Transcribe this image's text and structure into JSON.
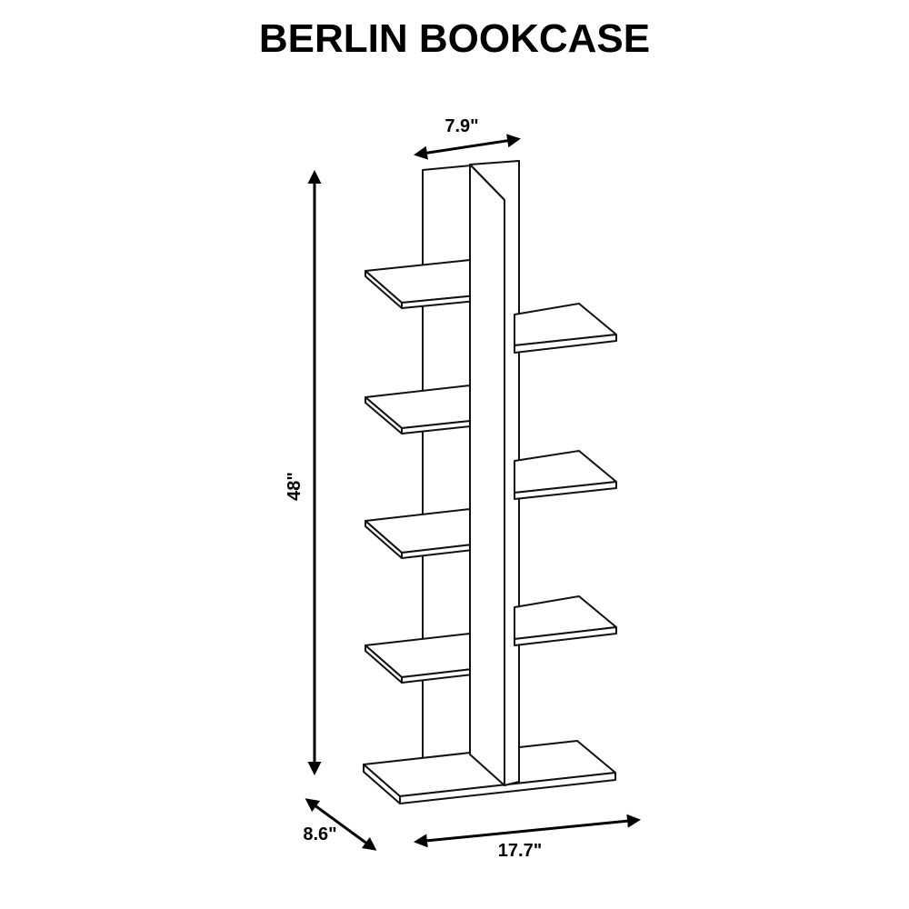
{
  "title": "BERLIN BOOKCASE",
  "dimensions": {
    "top_width": "7.9\"",
    "height": "48\"",
    "depth": "8.6\"",
    "width": "17.7\""
  },
  "shelves": {
    "left_count": 4,
    "right_count": 3,
    "has_base": true
  }
}
